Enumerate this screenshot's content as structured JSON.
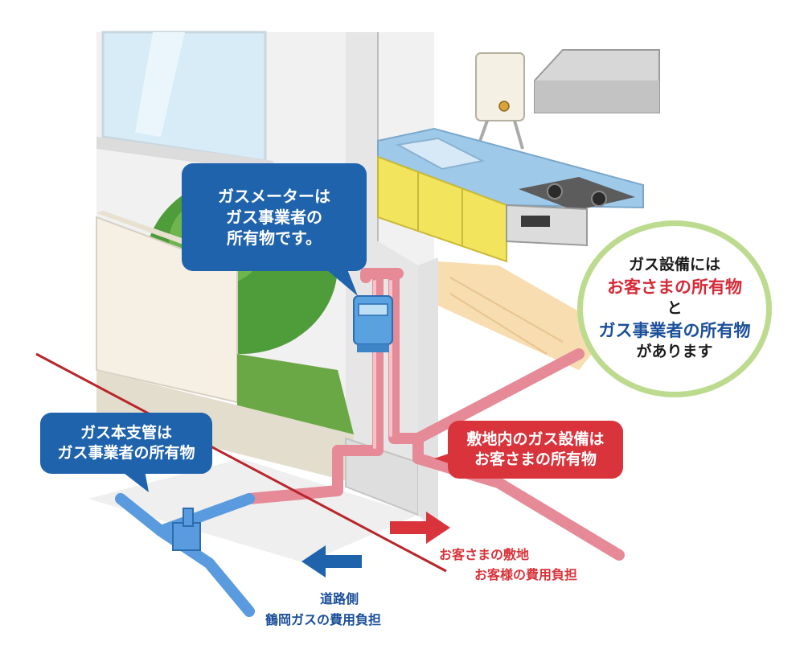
{
  "colors": {
    "company_blue": "#1f63ad",
    "customer_red": "#d9343b",
    "pipe_pink": "#e58a96",
    "pipe_blue": "#5a9be0",
    "boundary_line": "#b8262b",
    "circle_border": "#bcdb8e",
    "cabinet_yellow": "#f2e45c"
  },
  "callouts": {
    "meter": {
      "lines": [
        "ガスメーターは",
        "ガス事業者の",
        "所有物です。"
      ]
    },
    "main_pipe": {
      "lines": [
        "ガス本支管は",
        "ガス事業者の所有物"
      ]
    },
    "site_equipment": {
      "lines": [
        "敷地内のガス設備は",
        "お客さまの所有物"
      ]
    },
    "summary": {
      "line1": "ガス設備には",
      "line2": "お客さまの所有物",
      "line3": "と",
      "line4": "ガス事業者の所有物",
      "line5": "があります"
    }
  },
  "labels": {
    "customer_land": "お客さまの敷地",
    "customer_cost": "お客様の費用負担",
    "road_side": "道路側",
    "company_cost": "鶴岡ガスの費用負担"
  },
  "icons": {
    "customer_arrow": "arrow-right-icon",
    "road_arrow": "arrow-left-icon"
  }
}
